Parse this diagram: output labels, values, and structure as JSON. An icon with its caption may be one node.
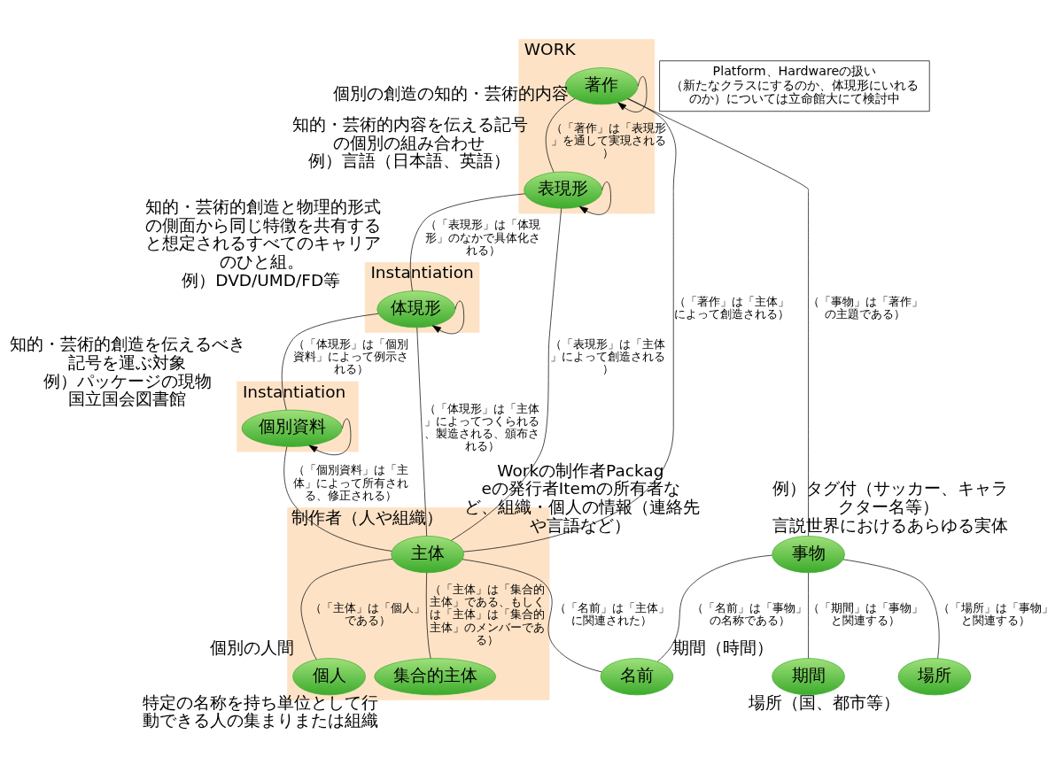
{
  "diagram": {
    "nodes": [
      {
        "text": [
          "WORK"
        ]
      },
      {
        "text": [
          "著作"
        ],
        "in": 0,
        "beside": [
          "個別の創造の知的・芸術的内容"
        ]
      },
      {
        "text": [
          "表現形"
        ],
        "in": 0,
        "beside": [
          "知的・芸術的内容を伝える記号の個別の組み合わせ",
          "例）言語（日本語、英語）"
        ]
      },
      {
        "text": [
          "Instantiation"
        ]
      },
      {
        "text": [
          "体現形"
        ],
        "in": 3,
        "beside": [
          "知的・芸術的創造と物理的形式の側面から同じ特徴を共有すると想定されるすべてのキャリアのひと組。",
          "例）DVD/UMD/FD等"
        ]
      },
      {
        "text": [
          "Instantiation"
        ]
      },
      {
        "text": [
          "個別資料"
        ],
        "in": 5,
        "beside": [
          "知的・芸術的創造を伝えるべき記号を運ぶ対象",
          "例）パッケージの現物",
          "国立国会図書館"
        ]
      },
      {
        "text": [
          "制作者（人や組織）"
        ]
      },
      {
        "text": [
          "主体"
        ],
        "in": 7,
        "beside": [
          "Workの制作者Packageの発行者Itemの所有者など、組織・個人の情報（連絡先や言語など）"
        ]
      },
      {
        "text": [
          "個人"
        ],
        "in": 7,
        "beside": [
          "個別の人間"
        ]
      },
      {
        "text": [
          "集合的主体"
        ],
        "in": 7,
        "beside": [
          "特定の名称を持ち単位として行動できる人の集まりまたは組織"
        ]
      },
      {
        "text": [
          "事物"
        ],
        "beside": [
          "例）タグ付（サッカー、キャラクター名等）",
          "言説世界におけるあらゆる実体"
        ]
      },
      {
        "text": [
          "期間"
        ],
        "beside": [
          "期間（時間）"
        ]
      },
      {
        "text": [
          "場所"
        ],
        "beside": [
          "場所（国、都市等）"
        ]
      },
      {
        "text": [
          "名前"
        ]
      },
      {
        "text": [
          "Platform、Hardwareの扱い（新たなクラスにするのか、体現形にいれるのか）については立命館大にて検討中"
        ]
      }
    ],
    "edges": [
      {
        "from": 1,
        "to": 11,
        "arrow": "none",
        "label": "（「事物」は「著作」の主題である）"
      },
      {
        "from": 11,
        "to": 12,
        "arrow": "none",
        "label": "（「期間」は「事物」と関連する）"
      },
      {
        "from": 11,
        "to": 13,
        "arrow": "none",
        "label": "（「場所」は「事物」と関連する）"
      },
      {
        "from": 11,
        "to": 14,
        "arrow": "none",
        "label": "（「名前」は「事物」の名称である）"
      },
      {
        "from": 1,
        "to": 8,
        "arrow": "none",
        "label": "（「著作」は「主体」によって創造される）"
      },
      {
        "from": 1,
        "to": 2,
        "arrow": "none",
        "label": "（「著作」は「表現形」を通して実現される）"
      },
      {
        "from": 2,
        "to": 8,
        "arrow": "none",
        "label": "（「表現形」は「主体」によって創造される）"
      },
      {
        "from": 2,
        "to": 4,
        "arrow": "none",
        "label": "（「表現形」は「体現形」のなかで具体化される）"
      },
      {
        "from": 4,
        "to": 8,
        "arrow": "none",
        "label": "（「体現形」は「主体」によってつくられる、製造される、頒布される）"
      },
      {
        "from": 4,
        "to": 6,
        "arrow": "none",
        "label": "（「体現形」は「個別資料」によって例示される）"
      },
      {
        "from": 6,
        "to": 8,
        "arrow": "none",
        "label": "（「個別資料」は「主体」によって所有される、修正される）"
      },
      {
        "from": 8,
        "to": 14,
        "arrow": "none",
        "label": "（「名前」は「主体」に関連された）"
      },
      {
        "from": 8,
        "to": 9,
        "arrow": "none",
        "label": "（「主体」は「個人」である）"
      },
      {
        "from": 8,
        "to": 10,
        "arrow": "none",
        "label": "（「主体」は「集合的主体」である、もしくは「主体」は「集合的主体」のメンバーである）"
      },
      {
        "from": 1,
        "to": 1,
        "arrow": "to"
      },
      {
        "from": 2,
        "to": 2,
        "arrow": "to"
      },
      {
        "from": 4,
        "to": 4,
        "arrow": "to"
      },
      {
        "from": 6,
        "to": 6,
        "arrow": "to"
      }
    ]
  }
}
